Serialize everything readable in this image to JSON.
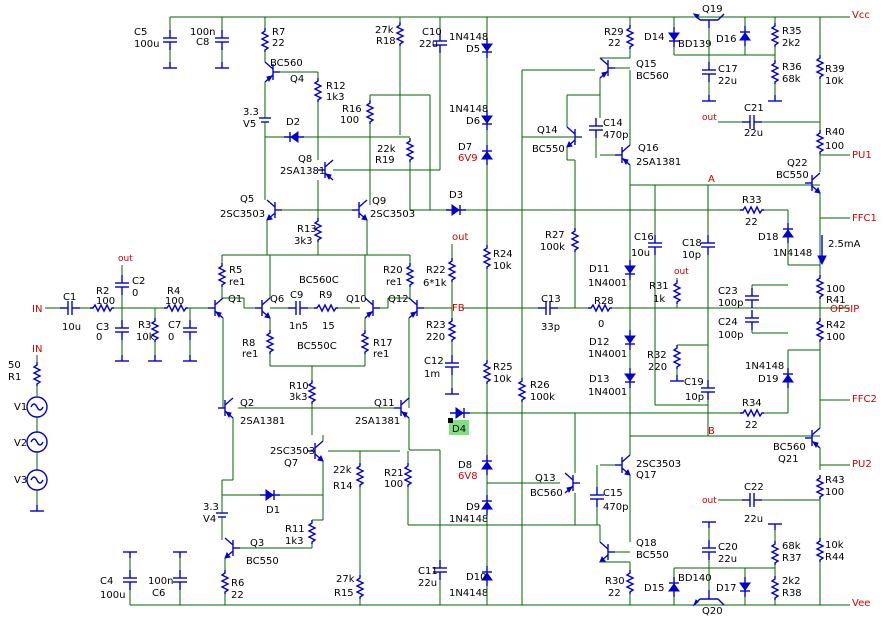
{
  "rails": {
    "vcc": "Vcc",
    "vee": "Vee"
  },
  "ports": {
    "in": "IN",
    "in_src": "IN",
    "opsip": "OPSIP",
    "pu1": "PU1",
    "pu2": "PU2",
    "ffc1": "FFC1",
    "ffc2": "FFC2",
    "fb": "FB",
    "node_a": "A",
    "node_b": "B",
    "current": "2.5mA"
  },
  "nets": {
    "out": "out"
  },
  "sources": {
    "v1": "V1",
    "v2": "V2",
    "v3": "V3",
    "r1_val": "50",
    "r1": "R1"
  },
  "components": {
    "c1": "C1",
    "c1v": "10u",
    "r2": "R2",
    "r2v": "100",
    "c2": "C2",
    "c2v": "0",
    "c3": "C3",
    "c3v": "0",
    "r3": "R3",
    "r3v": "10k",
    "r4": "R4",
    "r4v": "100",
    "c7": "C7",
    "c7v": "0",
    "c5": "C5",
    "c5v": "100u",
    "c8": "C8",
    "c8v": "100n",
    "r7": "R7",
    "r7v": "22",
    "q4": "Q4",
    "q4t": "BC560",
    "r12": "R12",
    "r12v": "1k3",
    "v5v": "3.3",
    "v5": "V5",
    "d2": "D2",
    "q8": "Q8",
    "q8t": "2SA1381",
    "r16": "R16",
    "r16v": "100",
    "r18v": "27k",
    "r18": "R18",
    "c10": "C10",
    "c10v": "22u",
    "r19v": "22k",
    "r19": "R19",
    "q5": "Q5",
    "q5t": "2SC3503",
    "q9": "Q9",
    "q9t": "2SC3503",
    "r13": "R13",
    "r13v": "3k3",
    "r5": "R5",
    "r5v": "re1",
    "q1": "Q1",
    "q6": "Q6",
    "q6t": "BC560C",
    "c9": "C9",
    "c9v": "1n5",
    "r9": "R9",
    "r9v": "15",
    "q10": "Q10",
    "r20": "R20",
    "r20v": "re1",
    "q12": "Q12",
    "q7t": "BC550C",
    "r8": "R8",
    "r8v": "re1",
    "r17": "R17",
    "r17v": "re1",
    "r22": "R22",
    "r22v": "6*1k",
    "r23": "R23",
    "r23v": "220",
    "c12": "C12",
    "c12v": "1m",
    "d5t": "1N4148",
    "d5": "D5",
    "d6t": "1N4148",
    "d6": "D6",
    "d7": "D7",
    "d7v": "6V9",
    "d3": "D3",
    "r24": "R24",
    "r24v": "10k",
    "r25": "R25",
    "r25v": "10k",
    "r26": "R26",
    "r26v": "100k",
    "r27": "R27",
    "r27v": "100k",
    "c13": "C13",
    "c13v": "33p",
    "r28": "R28",
    "r28v": "0",
    "q14": "Q14",
    "q14t": "BC550",
    "c14": "C14",
    "c14v": "470p",
    "q15": "Q15",
    "q15t": "BC560",
    "q16": "Q16",
    "q16t": "2SA1381",
    "r29": "R29",
    "r29v": "22",
    "d14": "D14",
    "q19": "Q19",
    "q19t": "BD139",
    "c17": "C17",
    "c17v": "22u",
    "d16": "D16",
    "r35": "R35",
    "r35v": "2k2",
    "r36": "R36",
    "r36v": "68k",
    "r39": "R39",
    "r39v": "10k",
    "c21": "C21",
    "c21v": "22u",
    "r40": "R40",
    "r40v": "100",
    "q22": "Q22",
    "q22t": "BC550",
    "r33": "R33",
    "r33v": "22",
    "d18": "D18",
    "d18t": "1N4148",
    "c16": "C16",
    "c16v": "10u",
    "c18": "C18",
    "c18v": "10p",
    "r31": "R31",
    "r31v": "1k",
    "d11": "D11",
    "d11t": "1N4001",
    "d12": "D12",
    "d12t": "1N4001",
    "d13": "D13",
    "d13t": "1N4001",
    "r32": "R32",
    "r32v": "220",
    "c19": "C19",
    "c19v": "10p",
    "c23": "C23",
    "c23v": "100p",
    "c24": "C24",
    "c24v": "100p",
    "r41v": "100",
    "r41": "R41",
    "r42": "R42",
    "r42v": "100",
    "d19t": "1N4148",
    "d19": "D19",
    "r34": "R34",
    "r34v": "22",
    "q21t": "BC560",
    "q21": "Q21",
    "r43": "R43",
    "r43v": "100",
    "r44v": "10k",
    "r44": "R44",
    "q2": "Q2",
    "q2t": "2SA1381",
    "r10": "R10",
    "r10v": "3k3",
    "q11": "Q11",
    "q11t": "2SA1381",
    "d4": "D4",
    "d8": "D8",
    "d8v": "6V8",
    "d9": "D9",
    "d9t": "1N4148",
    "q13": "Q13",
    "q13t": "BC560",
    "c15": "C15",
    "c15v": "470p",
    "q17t": "2SC3503",
    "q17": "Q17",
    "q7t2": "2SC3503",
    "q7": "Q7",
    "r14v": "22k",
    "r14": "R14",
    "r21": "R21",
    "r21v": "100",
    "v4v": "3.3",
    "v4": "V4",
    "d1": "D1",
    "r11": "R11",
    "r11v": "1k3",
    "q3": "Q3",
    "q3t": "BC550",
    "r6": "R6",
    "r6v": "22",
    "c4": "C4",
    "c4v": "100u",
    "c6": "C6",
    "c6v": "100n",
    "r15v": "27k",
    "r15": "R15",
    "c11": "C11",
    "c11v": "22u",
    "d10": "D10",
    "d10t": "1N4148",
    "q18": "Q18",
    "q18t": "BC550",
    "r30": "R30",
    "r30v": "22",
    "d15": "D15",
    "q20t": "BD140",
    "q20": "Q20",
    "c20": "C20",
    "c20v": "22u",
    "d17": "D17",
    "r37v": "68k",
    "r37": "R37",
    "r38v": "2k2",
    "r38": "R38",
    "c22": "C22",
    "c22v": "22u"
  }
}
